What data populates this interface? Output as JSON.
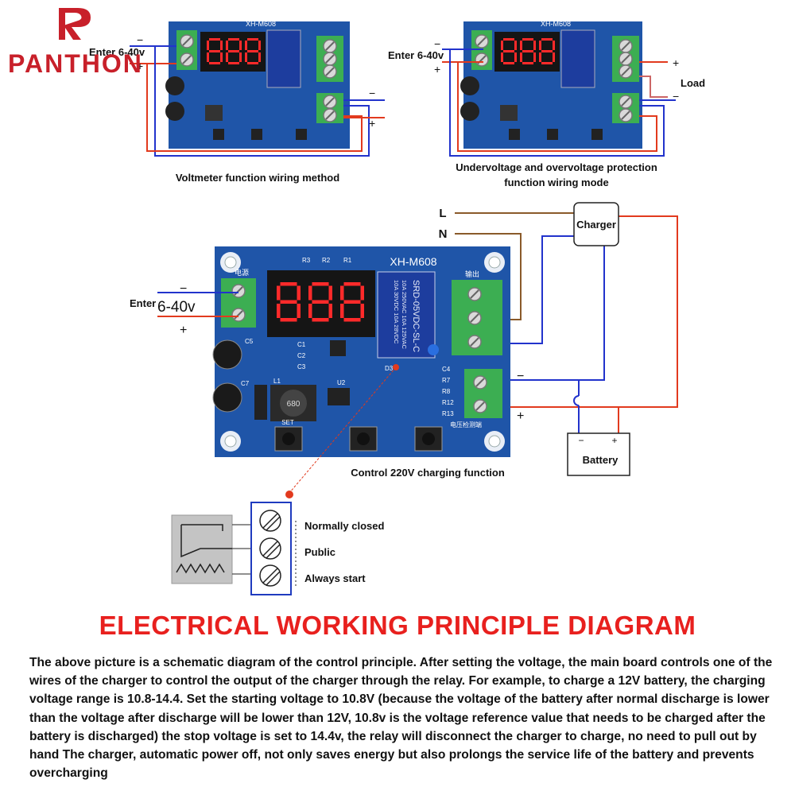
{
  "brand": {
    "name": "PANTHON",
    "logo_icon": "panthon-logo-icon"
  },
  "colors": {
    "board": "#1f55a8",
    "terminal": "#3cae52",
    "heading": "#e8201e",
    "wire_blue": "#2233cc",
    "wire_red": "#e23a1e",
    "wire_brown": "#8a5a2a"
  },
  "top_left": {
    "board_model": "XH-M608",
    "input_label": "Enter 6-40v",
    "minus": "−",
    "plus": "+",
    "caption": "Voltmeter function wiring method"
  },
  "top_right": {
    "board_model": "XH-M608",
    "input_label": "Enter 6-40v",
    "minus": "−",
    "plus": "+",
    "load_label": "Load",
    "caption_line1": "Undervoltage and overvoltage protection",
    "caption_line2": "function wiring mode"
  },
  "main": {
    "board_model": "XH-M608",
    "input_prefix": "Enter",
    "input_voltage": "6-40v",
    "minus": "−",
    "plus": "+",
    "line_l": "L",
    "line_n": "N",
    "charger_label": "Charger",
    "battery_label": "Battery",
    "battery_minus": "−",
    "battery_plus": "+",
    "out_minus": "−",
    "out_plus": "+",
    "caption": "Control 220V charging function",
    "relay_text": [
      "SRD-05VDC-SL-C",
      "10A 250VAC 10A 125VAC",
      "10A 30VDC 10A 28VDC"
    ],
    "silk": {
      "r3": "R3",
      "r2": "R2",
      "r1": "R1",
      "c1": "C1",
      "c2": "C2",
      "c3": "C3",
      "c4": "C4",
      "c5": "C5",
      "c7": "C7",
      "l1": "L1",
      "u2": "U2",
      "d3": "D3",
      "r7": "R7",
      "r8": "R8",
      "r12": "R12",
      "r13": "R13",
      "set": "SET",
      "inductor": "680",
      "power_cn": "电源",
      "output_cn": "输出",
      "detect_cn": "电压检测端"
    }
  },
  "relay_detail": {
    "contacts": [
      "Normally closed",
      "Public",
      "Always start"
    ]
  },
  "heading": "ELECTRICAL WORKING PRINCIPLE DIAGRAM",
  "description": "The above picture is a schematic diagram of the control principle. After setting the voltage, the main board  controls one of the wires of the charger to control the output of the charger through the relay. For example, to charge a 12V battery, the charging voltage range is 10.8-14.4. Set the starting voltage to 10.8V (because the voltage of the battery after normal discharge is lower than the voltage after discharge will be lower than 12V, 10.8v is the voltage reference value that needs to be charged after the battery is discharged) the stop voltage is set to 14.4v, the relay will disconnect the charger to charge, no need to pull out by hand The charger, automatic power off, not only saves energy but also prolongs the service life of the battery and prevents overcharging"
}
